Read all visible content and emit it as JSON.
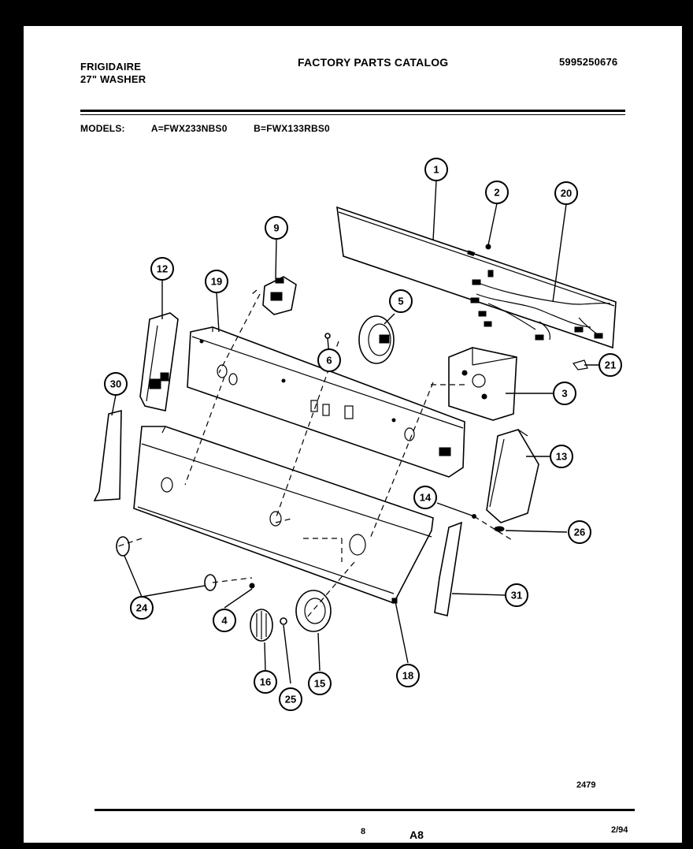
{
  "header": {
    "brand": "FRIGIDAIRE",
    "model_type": "27\" WASHER",
    "catalog_title": "FACTORY PARTS CATALOG",
    "catalog_number": "5995250676"
  },
  "models": {
    "label": "MODELS:",
    "model_a": "A=FWX233NBS0",
    "model_b": "B=FWX133RBS0"
  },
  "callouts": {
    "c1": "1",
    "c2": "2",
    "c3": "3",
    "c4": "4",
    "c5": "5",
    "c6": "6",
    "c9": "9",
    "c12": "12",
    "c13": "13",
    "c14": "14",
    "c15": "15",
    "c16": "16",
    "c18": "18",
    "c19": "19",
    "c20": "20",
    "c21": "21",
    "c24": "24",
    "c25": "25",
    "c26": "26",
    "c30": "30",
    "c31": "31"
  },
  "footer": {
    "diagram_code": "2479",
    "page_number": "8",
    "section": "A8",
    "date": "2/94"
  }
}
